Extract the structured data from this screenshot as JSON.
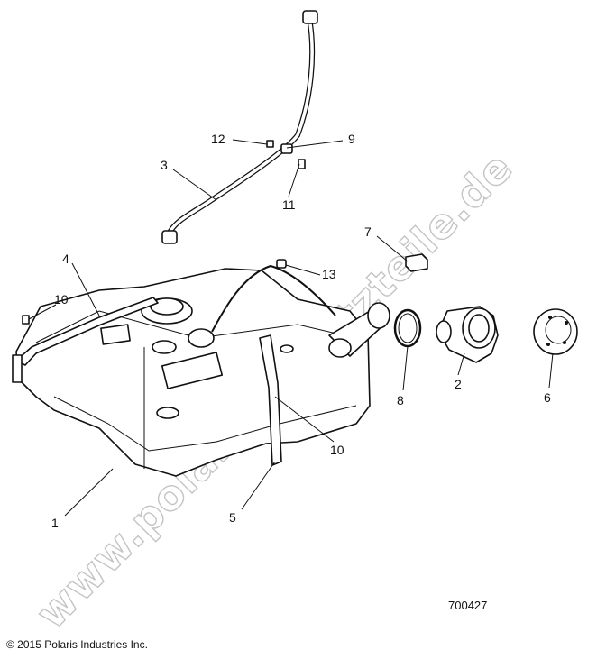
{
  "callouts": {
    "c1": "1",
    "c2": "2",
    "c3": "3",
    "c4": "4",
    "c5": "5",
    "c6": "6",
    "c7": "7",
    "c8": "8",
    "c9": "9",
    "c10a": "10",
    "c10b": "10",
    "c11": "11",
    "c12": "12",
    "c13": "13"
  },
  "watermark": "www.polaris-ersatzteile.de",
  "drawing_number": "700427",
  "copyright": "© 2015 Polaris Industries Inc.",
  "colors": {
    "line": "#111111",
    "watermark_outline": "#c4c4c4"
  }
}
